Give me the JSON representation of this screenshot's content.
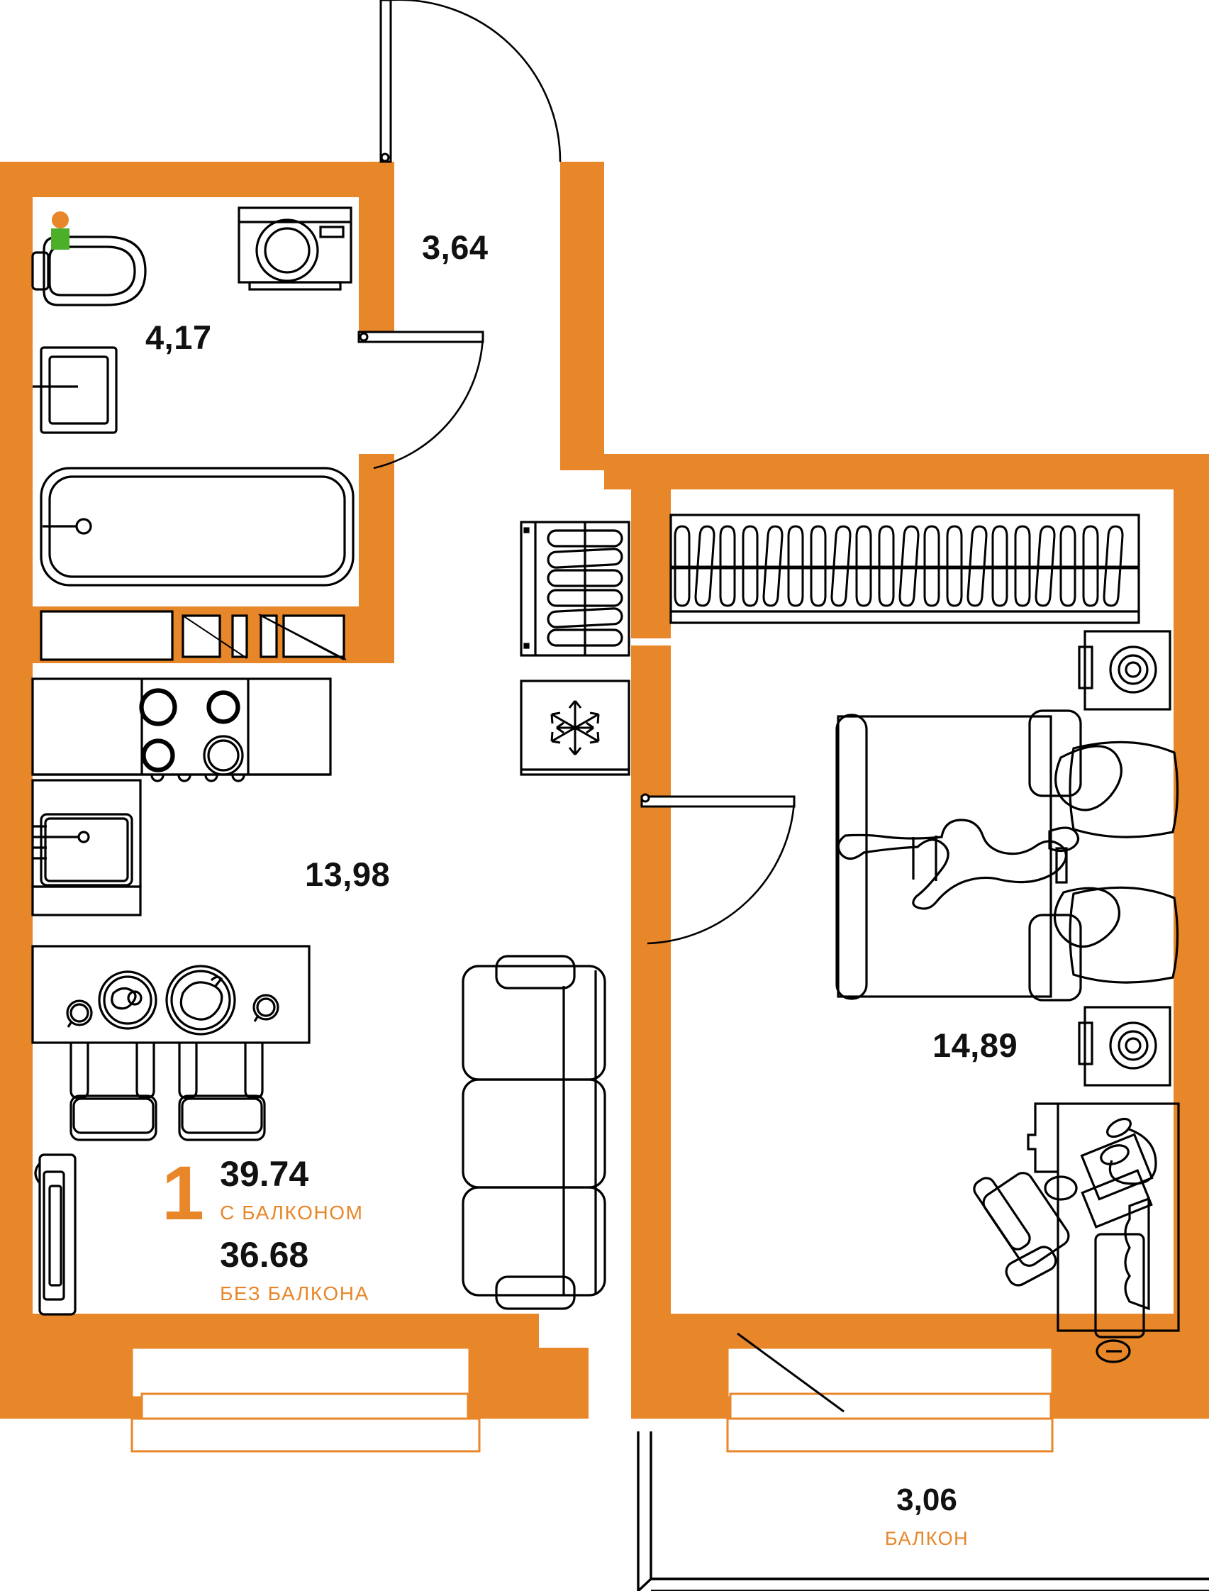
{
  "plan": {
    "type": "apartment-floor-plan",
    "colors": {
      "wall": "#E8862A",
      "line": "#000000",
      "text": "#111111",
      "accent": "#E8862A",
      "background": "#FFFFFF",
      "outlet_green": "#4CAF2A",
      "outlet_orange": "#E8862A"
    },
    "rooms": [
      {
        "id": "bathroom",
        "area": "4,17",
        "name_icon": "bathroom-area-label"
      },
      {
        "id": "hall",
        "area": "3,64",
        "name_icon": "hall-area-label"
      },
      {
        "id": "kitchen-living",
        "area": "13,98",
        "name_icon": "kitchen-living-area-label"
      },
      {
        "id": "bedroom",
        "area": "14,89",
        "name_icon": "bedroom-area-label"
      }
    ],
    "summary": {
      "rooms_count": "1",
      "area_with_balcony": "39.74",
      "label_with_balcony": "С БАЛКОНОМ",
      "area_without_balcony": "36.68",
      "label_without_balcony": "БЕЗ БАЛКОНА"
    },
    "balcony": {
      "area": "3,06",
      "label": "БАЛКОН"
    },
    "fixtures": [
      "toilet",
      "washing-machine",
      "sink-vanity",
      "bathtub",
      "kitchen-counter",
      "stove-4-burner",
      "kitchen-sink",
      "dining-table",
      "dining-chairs",
      "plates-food",
      "tv-unit",
      "sofa-3-seat",
      "wardrobe-closet",
      "refrigerator",
      "bed-double",
      "pillows",
      "person-lying",
      "nightstand-top",
      "nightstand-bottom",
      "desk",
      "desk-lamp",
      "laptop",
      "keyboard",
      "office-chair",
      "entry-door",
      "bathroom-door",
      "bedroom-door",
      "window-left",
      "window-right",
      "balcony-slab",
      "radiator"
    ]
  }
}
